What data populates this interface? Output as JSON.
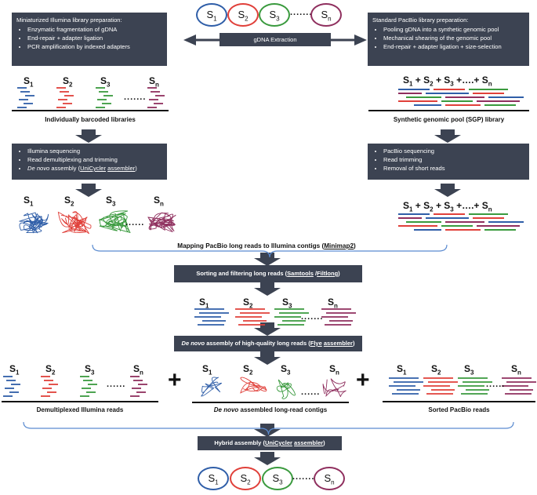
{
  "colors": {
    "s1": "#2f5ea8",
    "s2": "#e0403a",
    "s3": "#3a9a3e",
    "sn": "#8f2f5e",
    "box": "#3c4352",
    "arrow": "#3c4352",
    "bracket": "#5b8bd0"
  },
  "top": {
    "circles": [
      {
        "label": "S",
        "sub": "1"
      },
      {
        "label": "S",
        "sub": "2"
      },
      {
        "label": "S",
        "sub": "3"
      },
      {
        "label": "S",
        "sub": "n"
      }
    ],
    "dots": ".........",
    "extraction": "gDNA Extraction"
  },
  "left": {
    "prep_title": "Miniaturized Illumina library preparation:",
    "prep_items": [
      "Enzymatic fragmentation of gDNA",
      "End-repair + adapter ligation",
      "PCR amplification by indexed adapters"
    ],
    "samples": [
      {
        "label": "S",
        "sub": "1"
      },
      {
        "label": "S",
        "sub": "2"
      },
      {
        "label": "S",
        "sub": "3"
      },
      {
        "label": "S",
        "sub": "n"
      }
    ],
    "dots": ".......",
    "libraries_label": "Individually  barcoded libraries",
    "seq_items": [
      "Illumina sequencing",
      "Read demultiplexing and trimming"
    ],
    "assembly_italic": "De novo",
    "assembly_rest": " assembly (",
    "assembly_tool1": "UniCycler",
    "assembly_tool2": "assembler",
    "assembly_close": ")",
    "contig_samples": [
      {
        "label": "S",
        "sub": "1"
      },
      {
        "label": "S",
        "sub": "2"
      },
      {
        "label": "S",
        "sub": "3"
      },
      {
        "label": "S",
        "sub": "n"
      }
    ],
    "contig_dots": "......"
  },
  "right": {
    "prep_title": "Standard PacBio library preparation:",
    "prep_items": [
      "Pooling gDNA into a synthetic genomic pool",
      "Mechanical  shearing  of the genomic pool",
      "End-repair + adapter ligation + size-selection"
    ],
    "pool_equation": "S1 + S2 + S3 +….+ Sn",
    "pool_label": "Synthetic genomic pool (SGP) library",
    "seq_items": [
      "PacBio sequencing",
      "Read trimming",
      "Removal of short reads"
    ],
    "reads_equation": "S1 + S2 + S3 +….+ Sn"
  },
  "middle": {
    "mapping_text": "Mapping PacBio long reads to Illumina contigs  (",
    "mapping_tool": "Minimap2",
    "mapping_close": ")",
    "sorting_text": "Sorting and filtering  long reads (",
    "sorting_tool1": "Samtools",
    "sorting_sep": " /",
    "sorting_tool2": "Filtlong",
    "sorting_close": ")",
    "sorted_samples": [
      {
        "label": "S",
        "sub": "1"
      },
      {
        "label": "S",
        "sub": "2"
      },
      {
        "label": "S",
        "sub": "3"
      },
      {
        "label": "S",
        "sub": "n"
      }
    ],
    "sorted_dots": ".......",
    "denovo_italic": "De novo",
    "denovo_text": " assembly of high-quality long reads (",
    "denovo_tool1": "Flye",
    "denovo_tool2": "assembler",
    "denovo_close": ")"
  },
  "bottom": {
    "groups": [
      {
        "samples": [
          {
            "label": "S",
            "sub": "1"
          },
          {
            "label": "S",
            "sub": "2"
          },
          {
            "label": "S",
            "sub": "3"
          },
          {
            "label": "S",
            "sub": "n"
          }
        ],
        "dots": "......",
        "label": "Demultiplexed Illumina  reads"
      },
      {
        "samples": [
          {
            "label": "S",
            "sub": "1"
          },
          {
            "label": "S",
            "sub": "2"
          },
          {
            "label": "S",
            "sub": "3"
          },
          {
            "label": "S",
            "sub": "n"
          }
        ],
        "dots": "......",
        "label_italic": "De novo",
        "label": " assembled long-read contigs"
      },
      {
        "samples": [
          {
            "label": "S",
            "sub": "1"
          },
          {
            "label": "S",
            "sub": "2"
          },
          {
            "label": "S",
            "sub": "3"
          },
          {
            "label": "S",
            "sub": "n"
          }
        ],
        "dots": "......",
        "label": "Sorted PacBio reads"
      }
    ],
    "plus": "+",
    "hybrid_text": "Hybrid assembly (",
    "hybrid_tool1": "UniCycler",
    "hybrid_tool2": "assembler",
    "hybrid_close": ")",
    "final_circles": [
      {
        "label": "S",
        "sub": "1"
      },
      {
        "label": "S",
        "sub": "2"
      },
      {
        "label": "S",
        "sub": "3"
      },
      {
        "label": "S",
        "sub": "n"
      }
    ],
    "final_dots": "........."
  }
}
